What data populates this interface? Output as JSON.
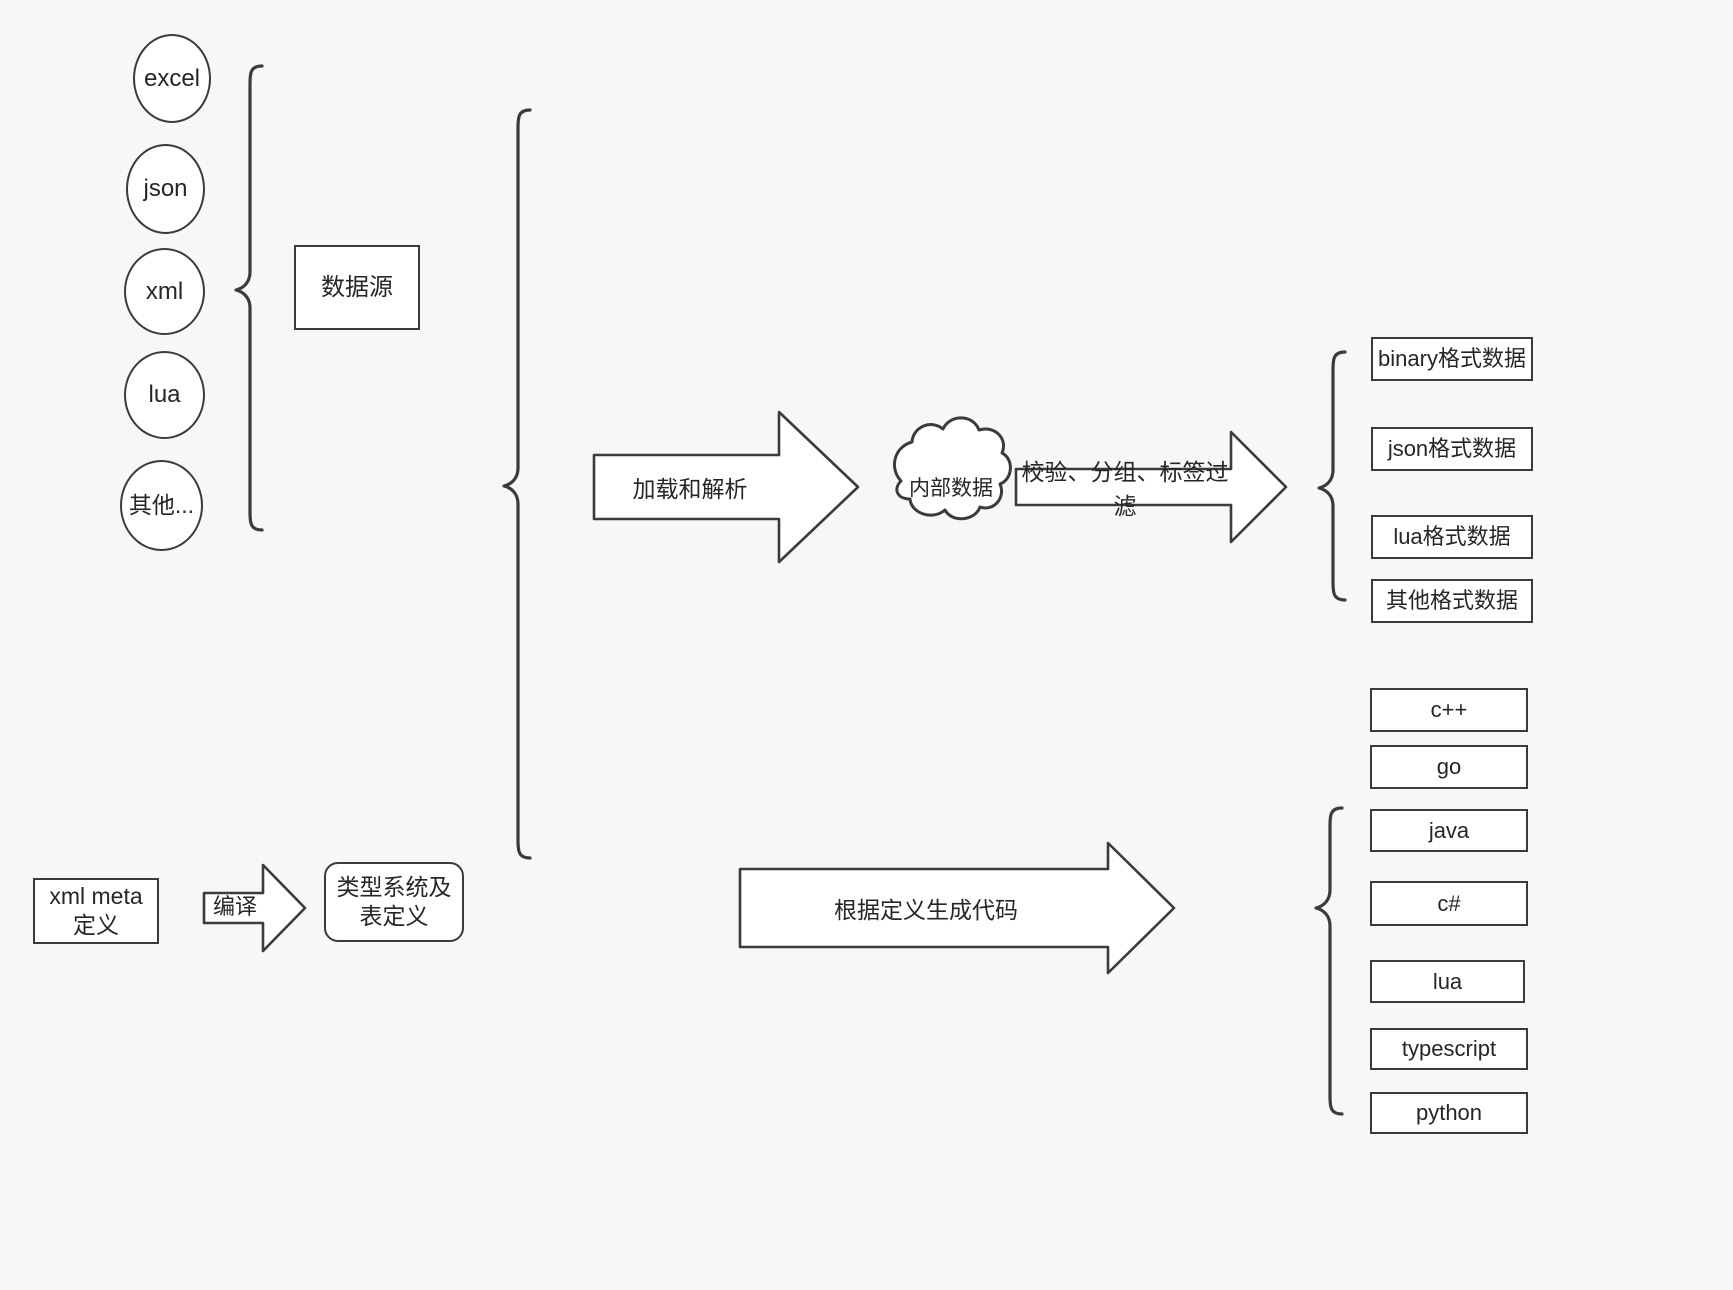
{
  "diagram": {
    "title_text_absent": true,
    "background_color": "#f7f7f7",
    "stroke_color": "#3b3b3b",
    "text_color": "#262626",
    "fill_color": "#ffffff"
  },
  "sources": {
    "group_label": "数据源",
    "items": [
      {
        "label": "excel"
      },
      {
        "label": "json"
      },
      {
        "label": "xml"
      },
      {
        "label": "lua"
      },
      {
        "label": "其他..."
      }
    ]
  },
  "meta": {
    "definition_box": "xml meta定义",
    "compile_arrow": "编译",
    "type_system_box": "类型系统及表定义"
  },
  "pipeline": {
    "load_parse_arrow": "加载和解析",
    "internal_data_cloud": "内部数据",
    "filter_arrow": "校验、分组、标签过滤",
    "codegen_arrow": "根据定义生成代码"
  },
  "outputs": {
    "data_formats": [
      {
        "label": "binary格式数据"
      },
      {
        "label": "json格式数据"
      },
      {
        "label": "lua格式数据"
      },
      {
        "label": "其他格式数据"
      }
    ],
    "languages": [
      {
        "label": "c++"
      },
      {
        "label": "go"
      },
      {
        "label": "java"
      },
      {
        "label": "c#"
      },
      {
        "label": "lua"
      },
      {
        "label": "typescript"
      },
      {
        "label": "python"
      }
    ]
  }
}
